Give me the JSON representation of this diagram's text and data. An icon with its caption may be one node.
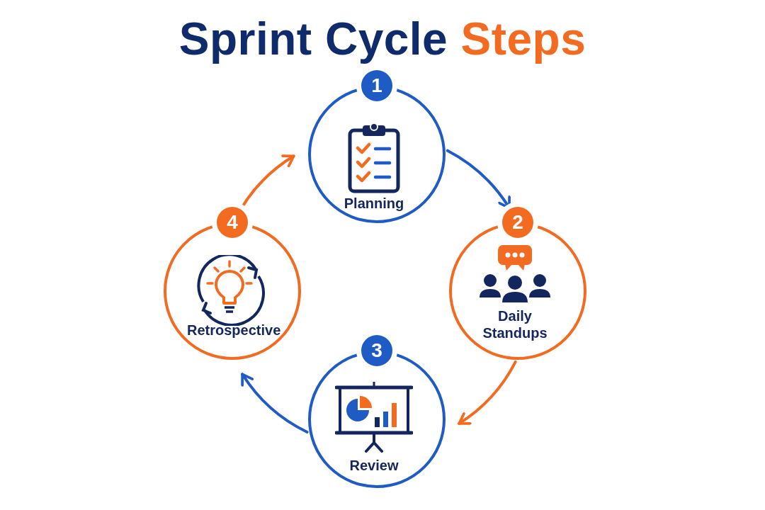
{
  "diagram": {
    "title": "Sprint Cycle Steps",
    "nodes": [
      {
        "text": [
          "1",
          "Planning"
        ]
      },
      {
        "text": [
          "2",
          "Daily Standups"
        ]
      },
      {
        "text": [
          "3",
          "Review"
        ]
      },
      {
        "text": [
          "4",
          "Retrospective"
        ]
      }
    ],
    "edges": [
      {
        "from": 0,
        "to": 1,
        "arrow": "to"
      },
      {
        "from": 1,
        "to": 2,
        "arrow": "to",
        "color": "#f26b21"
      },
      {
        "from": 2,
        "to": 3,
        "arrow": "to"
      },
      {
        "from": 3,
        "to": 0,
        "arrow": "to",
        "color": "#f26b21"
      }
    ]
  }
}
